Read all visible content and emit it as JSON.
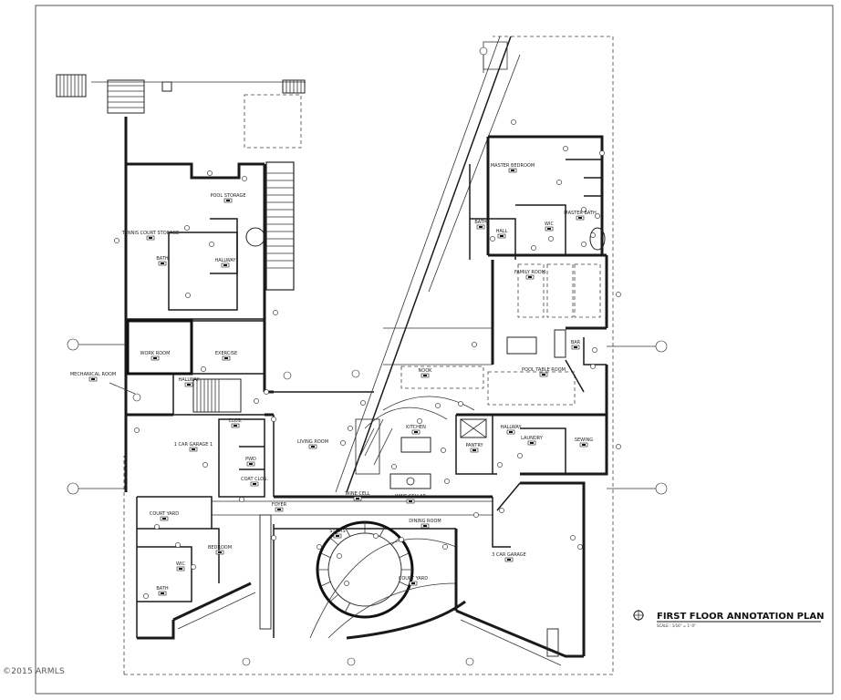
{
  "title": "FIRST FLOOR ANNOTATION PLAN",
  "scale": "SCALE : 1/16\" = 1'-0\"",
  "copyright": "©2015 ARMLS",
  "rooms": [
    {
      "name": "POOL STORAGE"
    },
    {
      "name": "TENNIS COURT STORAGE"
    },
    {
      "name": "BATH"
    },
    {
      "name": "HALLWAY"
    },
    {
      "name": "WORK ROOM"
    },
    {
      "name": "EXERCISE"
    },
    {
      "name": "MECHANICAL ROOM"
    },
    {
      "name": "HALLWAY"
    },
    {
      "name": "CLOS."
    },
    {
      "name": "1 CAR GARAGE 1"
    },
    {
      "name": "PWD"
    },
    {
      "name": "COAT CLOS."
    },
    {
      "name": "LIVING ROOM"
    },
    {
      "name": "FOYER"
    },
    {
      "name": "COURT YARD"
    },
    {
      "name": "BEDROOM"
    },
    {
      "name": "WIC"
    },
    {
      "name": "BATH"
    },
    {
      "name": "STAIRS"
    },
    {
      "name": "DINING ROOM"
    },
    {
      "name": "COURT YARD"
    },
    {
      "name": "3 CAR GARAGE"
    },
    {
      "name": "MASTER BEDROOM"
    },
    {
      "name": "MASTER BATH"
    },
    {
      "name": "BATH"
    },
    {
      "name": "HALL"
    },
    {
      "name": "WIC"
    },
    {
      "name": "FAMILY ROOM"
    },
    {
      "name": "BAR"
    },
    {
      "name": "NOOK"
    },
    {
      "name": "POOL TABLE ROOM"
    },
    {
      "name": "KITCHEN"
    },
    {
      "name": "PANTRY"
    },
    {
      "name": "HALLWAY"
    },
    {
      "name": "LAUNDRY"
    },
    {
      "name": "SEWING"
    },
    {
      "name": "WINE CELL"
    },
    {
      "name": "WINE CELLAR"
    }
  ]
}
